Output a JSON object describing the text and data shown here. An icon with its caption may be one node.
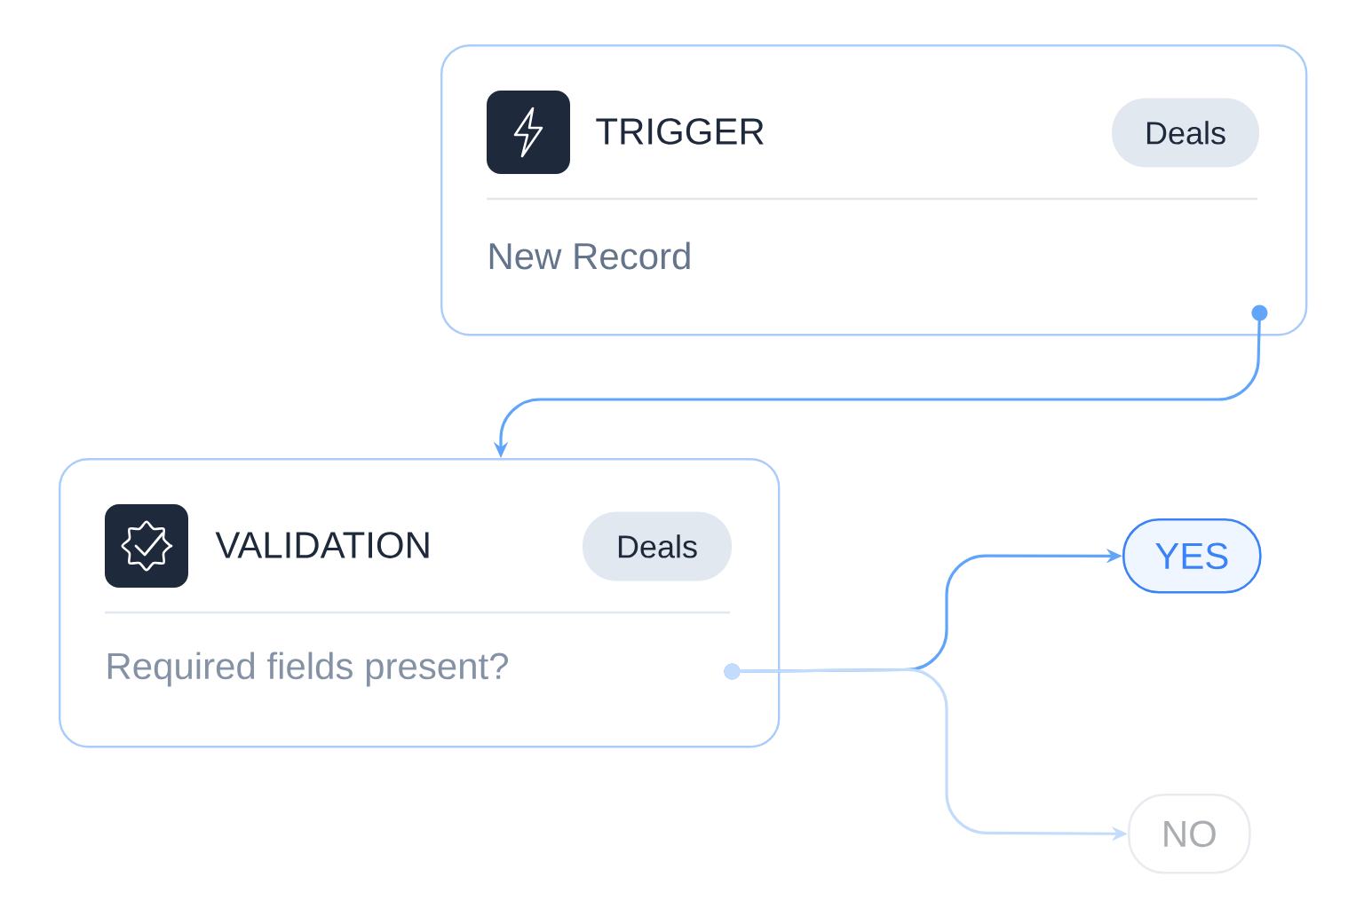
{
  "diagram": {
    "nodes": [
      {
        "text": [
          "TRIGGER",
          "New Record"
        ]
      },
      {
        "text": [
          "Deals"
        ],
        "in": 0
      },
      {
        "text": [
          "VALIDATION",
          "Required fields present?"
        ]
      },
      {
        "text": [
          "Deals"
        ],
        "in": 2
      },
      {
        "text": [
          "YES"
        ]
      },
      {
        "text": [
          "NO"
        ]
      }
    ],
    "edges": [
      {
        "from": 0,
        "to": 2,
        "arrow": "to"
      },
      {
        "from": 2,
        "to": 4,
        "arrow": "to"
      },
      {
        "from": 2,
        "to": 5,
        "arrow": "to",
        "color": "#c3dcfc"
      }
    ]
  }
}
